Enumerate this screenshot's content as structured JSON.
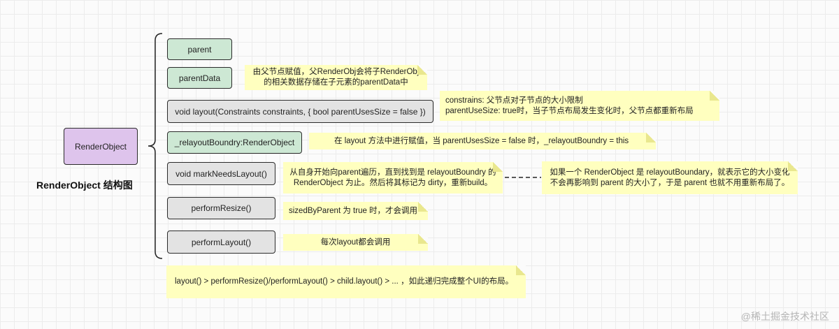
{
  "root": {
    "label": "RenderObject"
  },
  "caption": "RenderObject 结构图",
  "members": [
    {
      "label": "parent",
      "kind": "field"
    },
    {
      "label": "parentData",
      "kind": "field"
    },
    {
      "label": "void layout(Constraints constraints, { bool parentUsesSize = false })",
      "kind": "method"
    },
    {
      "label": "_relayoutBoundry:RenderObject",
      "kind": "field"
    },
    {
      "label": "void markNeedsLayout()",
      "kind": "method"
    },
    {
      "label": "performResize()",
      "kind": "method"
    },
    {
      "label": "performLayout()",
      "kind": "method"
    }
  ],
  "notes": {
    "parent_data": {
      "line1": "由父节点赋值，父RenderObj会将子RenderObj",
      "line2": "的相关数据存储在子元素的parentData中"
    },
    "layout": {
      "line1": "constrains: 父节点对子节点的大小限制",
      "line2": "parentUseSize: true时，当子节点布局发生变化时，父节点都重新布局"
    },
    "relayout_boundary": {
      "line1": "在 layout 方法中进行赋值，当 parentUsesSize = false 时，_relayoutBoundry = this"
    },
    "mark_needs_layout": {
      "line1": "从自身开始向parent遍历，直到找到是 relayoutBoundry 的",
      "line2": "RenderObject 为止。然后将其标记为 dirty，重新build。"
    },
    "relayout_boundary_effect": {
      "line1": "如果一个 RenderObject 是 relayoutBoundary，就表示它的大小变化",
      "line2": "不会再影响到 parent 的大小了，于是 parent 也就不用重新布局了。"
    },
    "perform_resize": {
      "line1": "sizedByParent 为 true 时，才会调用"
    },
    "perform_layout": {
      "line1": "每次layout都会调用"
    },
    "summary": {
      "line1": "layout() > performResize()/performLayout() > child.layout() > ... ，如此递归完成整个UI的布局。"
    }
  },
  "watermark": "@稀土掘金技术社区"
}
